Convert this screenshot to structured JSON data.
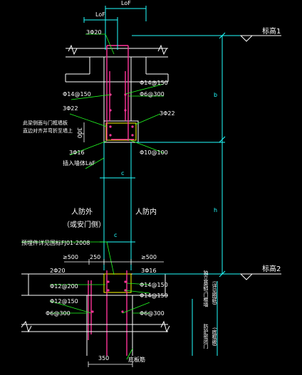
{
  "labels": {
    "lof_top": "LoF",
    "lof_mid": "LoF",
    "bar_3phi20_top": "3Φ20",
    "level_top": "标高1",
    "level_bottom": "标高2",
    "dim_b": "b",
    "dim_h": "h",
    "dim_c_top": "c",
    "dim_c_mid": "c",
    "phi14_150_top_left": "Φ14@150",
    "phi14_150_top_right": "Φ14@150",
    "phi6_300_top": "Φ6@300",
    "bar_3phi22_left": "3Φ22",
    "bar_3phi22_right": "3Φ22",
    "note_left_line1": "此梁侧面与门框墙板",
    "note_left_line2": "直边对齐并弯折至墙上",
    "dim_300": "300",
    "bar_3phi16_top": "3Φ16",
    "anchor_note": "插入墙体LaF",
    "phi10_100": "Φ10@100",
    "outside_label": "人防外",
    "outside_sub": "（或安门侧）",
    "inside_label": "人防内",
    "ref_code": "预埋件详见国标FJ01-2008",
    "dim_500_left": "≥500",
    "dim_250": "250",
    "dim_500_right": "≥500",
    "bar_2phi20": "2Φ20",
    "bar_3phi16_bottom": "3Φ16",
    "phi12_200": "Φ12@200",
    "phi14_150_bottom1": "Φ14@150",
    "phi12_150": "Φ12@150",
    "phi14_150_bottom2": "Φ14@150",
    "phi6_300_bottom_left": "Φ6@300",
    "phi6_300_bottom_right": "Φ6@300",
    "vertical_note_1": "独立基础/门框墙",
    "vertical_note_2": "(详见图纸)",
    "vertical_note_3": "防护密闭门",
    "vertical_note_4": "(底框嵌)",
    "dim_350": "350",
    "floor_label": "底板筋"
  },
  "colors": {
    "background": "#000000",
    "concrete": "#ffffff",
    "rebar": "#ff3399",
    "dimension": "#22ffff",
    "frame_yellow": "#ffff00",
    "leader_green": "#22ff22",
    "hatch": "#ffffff"
  }
}
